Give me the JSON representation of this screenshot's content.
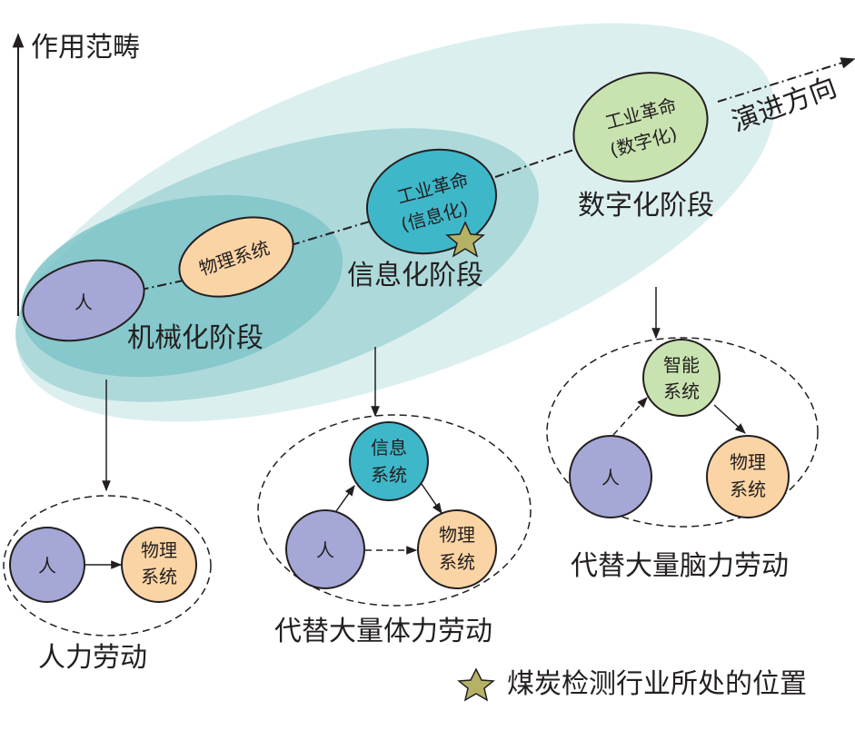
{
  "axis": {
    "y_label": "作用范畴",
    "direction_label": "演进方向"
  },
  "stages": {
    "mechanical": {
      "label": "机械化阶段"
    },
    "information": {
      "label": "信息化阶段"
    },
    "digital": {
      "label": "数字化阶段"
    }
  },
  "nodes": {
    "human": "人",
    "physical_system": "物理系统",
    "physical_line1": "物理",
    "physical_line2": "系统",
    "info_line1": "信息",
    "info_line2": "系统",
    "smart_line1": "智能",
    "smart_line2": "系统",
    "rev_info_line1": "工业革命",
    "rev_info_line2": "(信息化)",
    "rev_digital_line1": "工业革命",
    "rev_digital_line2": "(数字化)"
  },
  "captions": {
    "manual": "人力劳动",
    "physical_labor": "代替大量体力劳动",
    "mental_labor": "代替大量脑力劳动"
  },
  "legend": {
    "star_label": "煤炭检测行业所处的位置"
  },
  "colors": {
    "ellipse_light": "#dcefef",
    "ellipse_mid": "#aed9da",
    "ellipse_dark": "#7fc4c8",
    "human": "#a5a8d6",
    "physical": "#fbd4a5",
    "info": "#3eb7c9",
    "smart": "#c8e3b0",
    "star": "#b5b265"
  }
}
